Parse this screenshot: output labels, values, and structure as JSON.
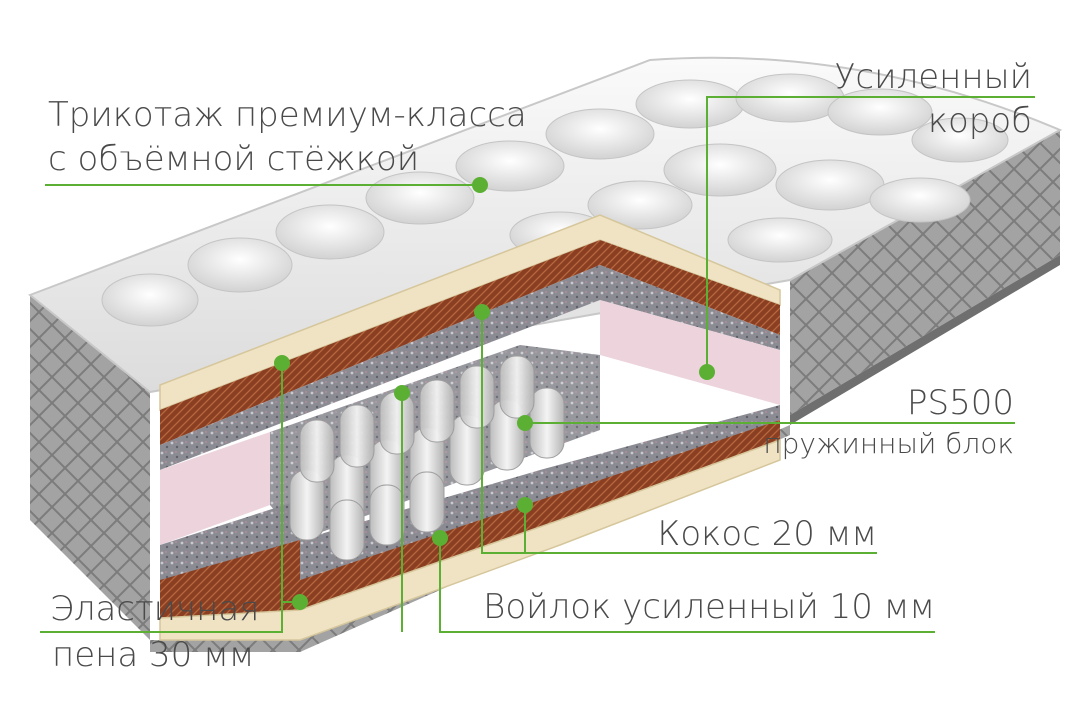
{
  "labels": {
    "knit_line1": "Трикотаж премиум-класса",
    "knit_line2": "с объёмной стёжкой",
    "box_line1": "Усиленный",
    "box_line2": "короб",
    "springs_line1": "PS500",
    "springs_line2": "пружинный блок",
    "coconut": "Кокос 20 мм",
    "felt": "Войлок усиленный 10 мм",
    "foam_line1": "Эластичная",
    "foam_line2": "пена 30 мм"
  },
  "colors": {
    "accent": "#5bb033",
    "text": "#4a4a4a",
    "cover": "#f2f2f2",
    "side_knit": "#9a9a9a",
    "foam": "#efe3c4",
    "coconut": "#8a3f22",
    "felt": "#8e8e98",
    "box_foam": "#ecd3dc",
    "spring": "#dcdcdc"
  },
  "icons": [
    "callout-dot",
    "mattress-illustration"
  ]
}
